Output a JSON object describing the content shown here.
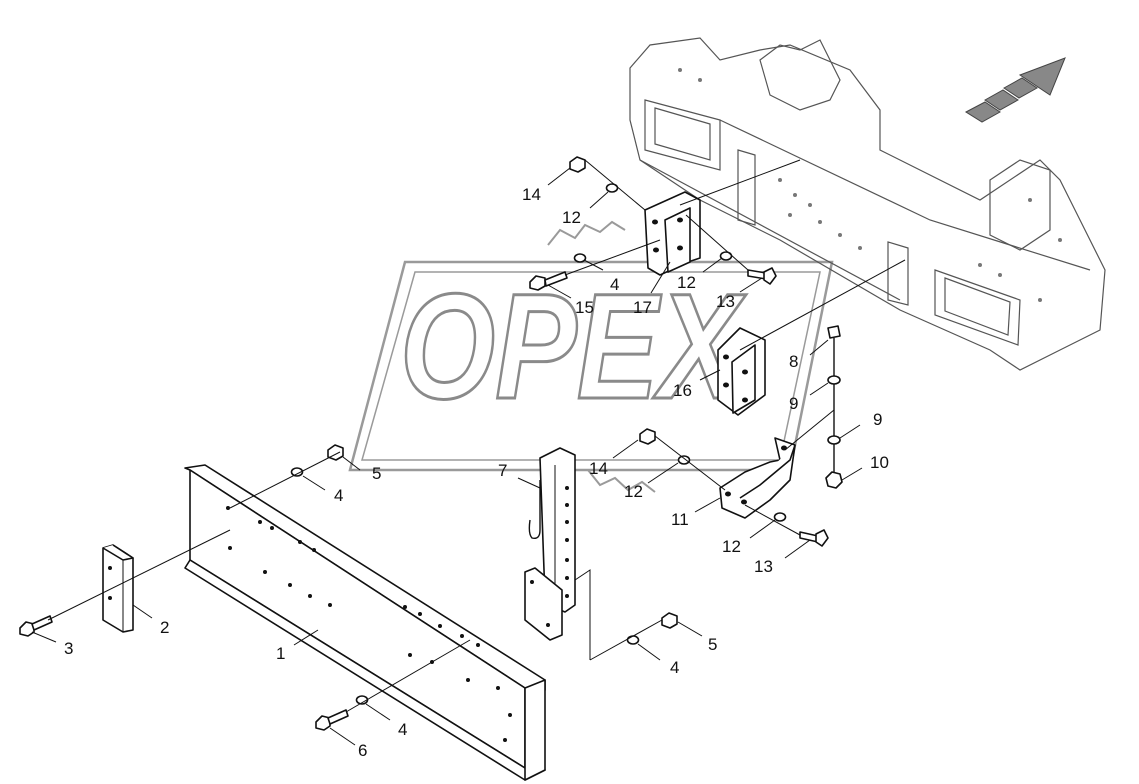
{
  "diagram": {
    "watermark": "OPEX",
    "callouts": [
      {
        "id": "c14a",
        "label": "14"
      },
      {
        "id": "c12a",
        "label": "12"
      },
      {
        "id": "c4a",
        "label": "4"
      },
      {
        "id": "c15",
        "label": "15"
      },
      {
        "id": "c17",
        "label": "17"
      },
      {
        "id": "c12b",
        "label": "12"
      },
      {
        "id": "c13a",
        "label": "13"
      },
      {
        "id": "c16",
        "label": "16"
      },
      {
        "id": "c8",
        "label": "8"
      },
      {
        "id": "c9a",
        "label": "9"
      },
      {
        "id": "c9b",
        "label": "9"
      },
      {
        "id": "c10",
        "label": "10"
      },
      {
        "id": "c14b",
        "label": "14"
      },
      {
        "id": "c12c",
        "label": "12"
      },
      {
        "id": "c11",
        "label": "11"
      },
      {
        "id": "c12d",
        "label": "12"
      },
      {
        "id": "c13b",
        "label": "13"
      },
      {
        "id": "c7",
        "label": "7"
      },
      {
        "id": "c5a",
        "label": "5"
      },
      {
        "id": "c4b",
        "label": "4"
      },
      {
        "id": "c2",
        "label": "2"
      },
      {
        "id": "c3",
        "label": "3"
      },
      {
        "id": "c1",
        "label": "1"
      },
      {
        "id": "c5b",
        "label": "5"
      },
      {
        "id": "c4c",
        "label": "4"
      },
      {
        "id": "c4d",
        "label": "4"
      },
      {
        "id": "c6",
        "label": "6"
      }
    ]
  }
}
